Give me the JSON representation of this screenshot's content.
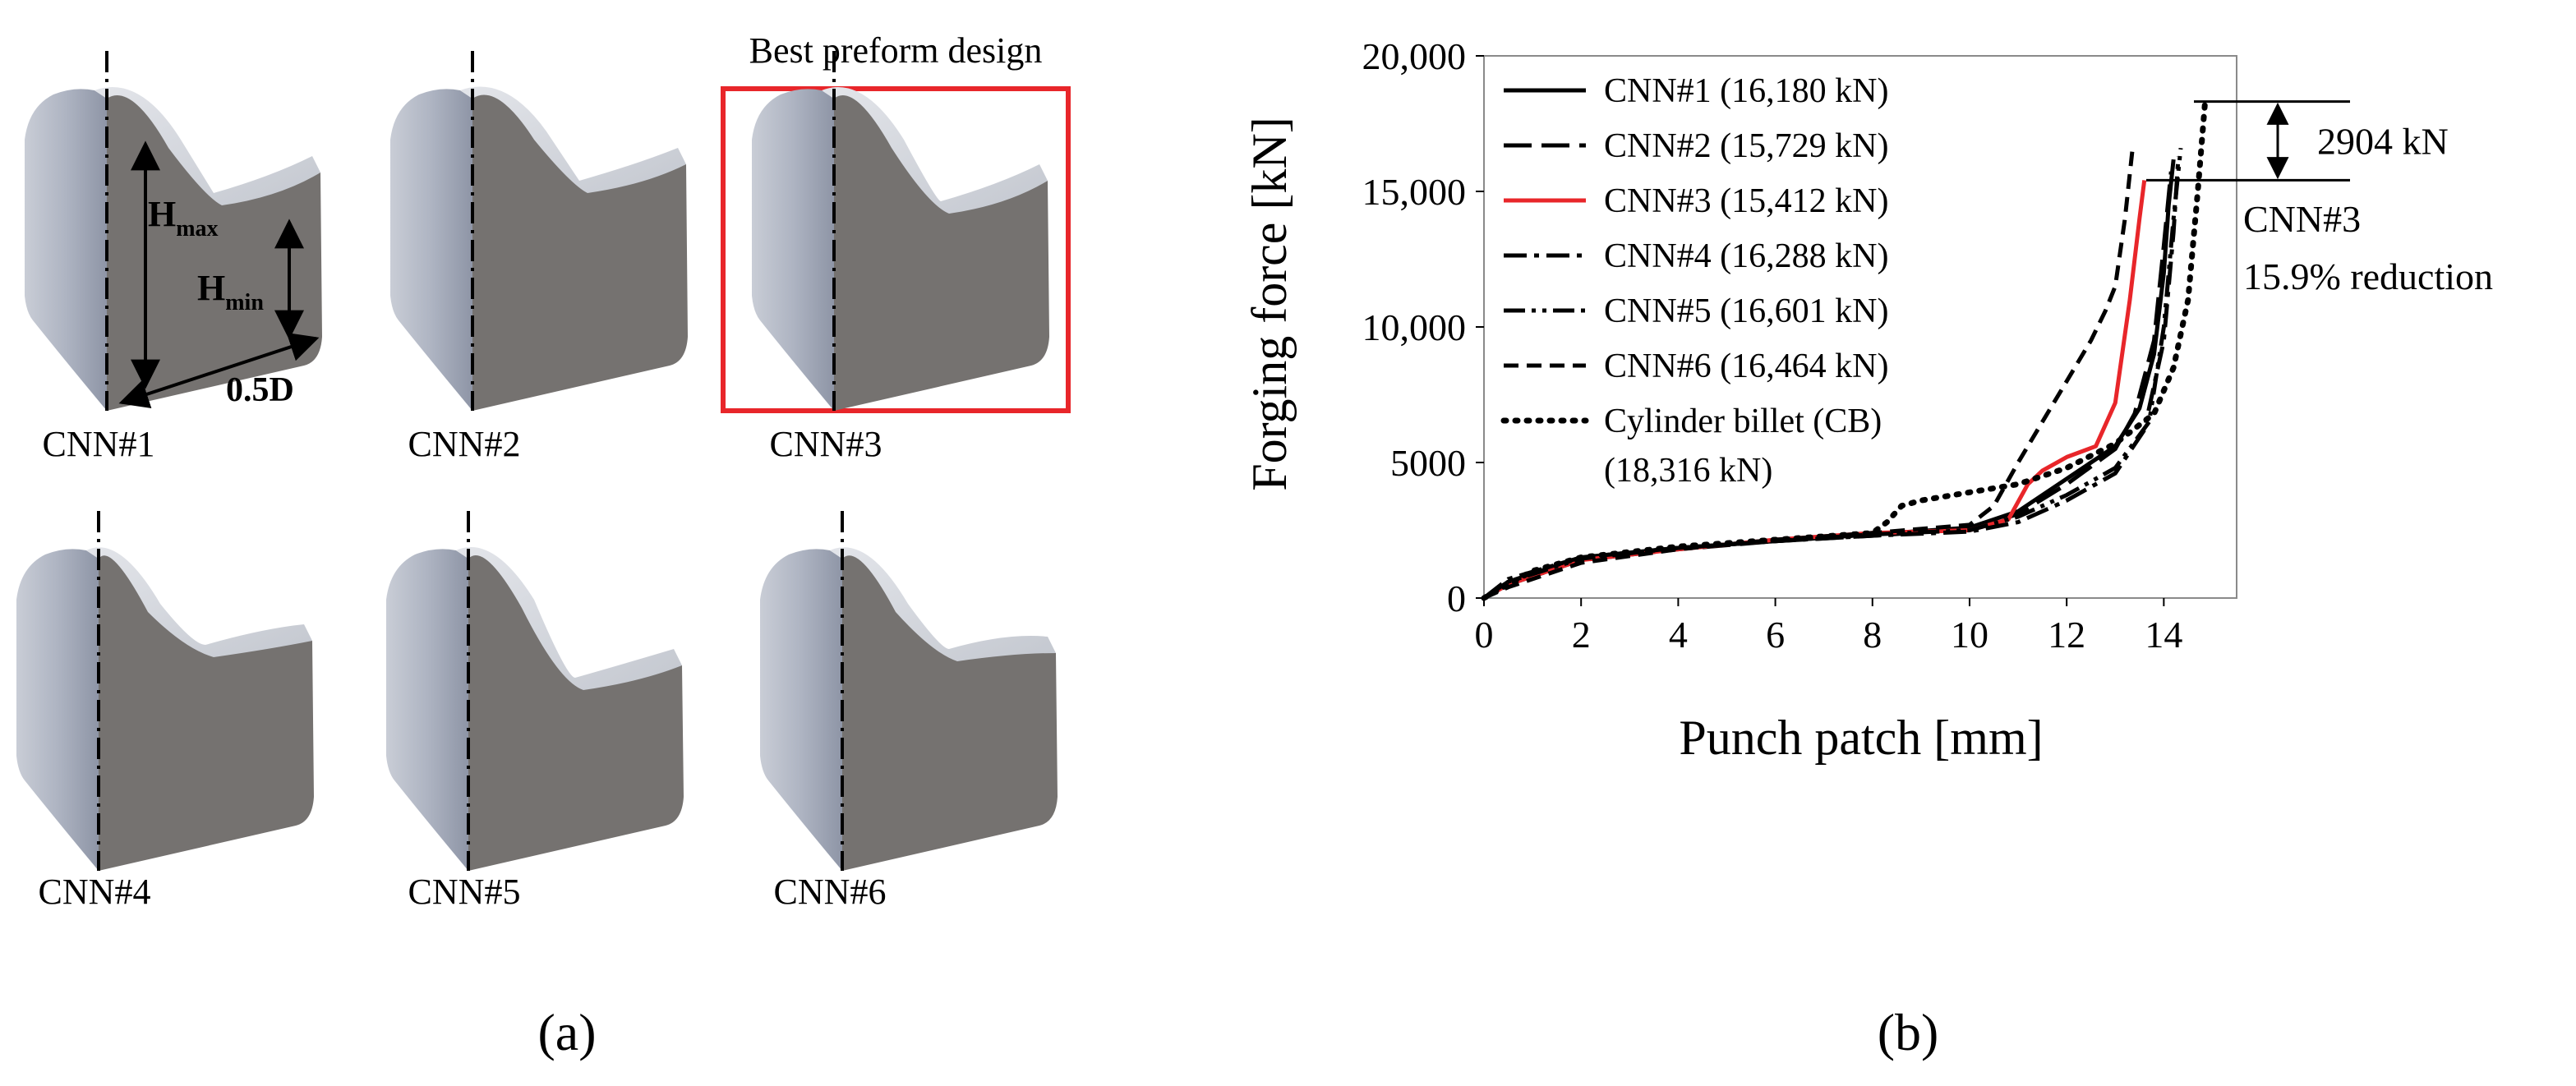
{
  "panel_a": {
    "best_label": "Best preform design",
    "highlight_color": "#e8262a",
    "annotations": {
      "hmax": "H",
      "hmax_sub": "max",
      "hmin": "H",
      "hmin_sub": "min",
      "half_d": "0.5D"
    },
    "designs": [
      {
        "label": "CNN#1",
        "variant": 1
      },
      {
        "label": "CNN#2",
        "variant": 2
      },
      {
        "label": "CNN#3",
        "variant": 3,
        "best": true
      },
      {
        "label": "CNN#4",
        "variant": 4
      },
      {
        "label": "CNN#5",
        "variant": 5
      },
      {
        "label": "CNN#6",
        "variant": 6
      }
    ],
    "caption": "(a)"
  },
  "panel_b": {
    "caption": "(b)"
  },
  "chart_data": {
    "type": "line",
    "xlabel": "Punch patch [mm]",
    "ylabel": "Forging force [kN]",
    "xlim": [
      0,
      15.5
    ],
    "ylim": [
      0,
      20000
    ],
    "xticks": [
      "0",
      "2",
      "4",
      "6",
      "8",
      "10",
      "12",
      "14"
    ],
    "yticks": [
      "0",
      "5000",
      "10,000",
      "15,000",
      "20,000"
    ],
    "legend_position": "top-left",
    "series": [
      {
        "name": "CNN#1 (16,180 kN)",
        "color": "#000000",
        "dash": "solid",
        "x": [
          0,
          0.5,
          2,
          4,
          6,
          8,
          10,
          11,
          12,
          13,
          13.5,
          13.8,
          14.0,
          14.1,
          14.2
        ],
        "y": [
          0,
          600,
          1500,
          1850,
          2100,
          2350,
          2600,
          3200,
          4400,
          5600,
          7000,
          9000,
          12000,
          14500,
          16180
        ]
      },
      {
        "name": "CNN#2 (15,729 kN)",
        "color": "#000000",
        "dash": "longdash",
        "x": [
          0,
          0.5,
          2,
          4,
          6,
          8,
          10,
          11,
          12,
          13,
          13.4,
          13.8,
          14.0,
          14.15
        ],
        "y": [
          0,
          500,
          1400,
          1800,
          2100,
          2300,
          2550,
          3100,
          4200,
          5500,
          6800,
          9500,
          13000,
          15729
        ]
      },
      {
        "name": "CNN#3 (15,412 kN)",
        "color": "#e8262a",
        "dash": "solid",
        "x": [
          0,
          0.5,
          2,
          4,
          6,
          8,
          10,
          10.8,
          11.2,
          11.5,
          12,
          12.6,
          13.0,
          13.3,
          13.5,
          13.6
        ],
        "y": [
          0,
          500,
          1400,
          1800,
          2150,
          2400,
          2500,
          2900,
          4200,
          4700,
          5200,
          5600,
          7200,
          11000,
          14000,
          15412
        ]
      },
      {
        "name": "CNN#4 (16,288 kN)",
        "color": "#000000",
        "dash": "dashdot",
        "x": [
          0,
          0.5,
          2,
          4,
          6,
          8,
          10,
          11,
          12,
          13,
          13.6,
          14.0,
          14.2,
          14.3
        ],
        "y": [
          0,
          700,
          1500,
          1850,
          2100,
          2300,
          2450,
          2800,
          3600,
          4600,
          6200,
          9500,
          13500,
          16288
        ]
      },
      {
        "name": "CNN#5 (16,601 kN)",
        "color": "#000000",
        "dash": "dashdotdot",
        "x": [
          0,
          0.5,
          2,
          4,
          6,
          8,
          10,
          11,
          12,
          13,
          13.7,
          14.0,
          14.2,
          14.35
        ],
        "y": [
          0,
          600,
          1450,
          1850,
          2100,
          2350,
          2500,
          3000,
          3800,
          4800,
          6500,
          10000,
          14000,
          16601
        ]
      },
      {
        "name": "CNN#6 (16,464 kN)",
        "color": "#000000",
        "dash": "shortdash",
        "x": [
          0,
          0.5,
          2,
          4,
          6,
          8,
          10,
          10.5,
          11,
          11.5,
          12,
          12.5,
          12.8,
          13.0,
          13.2,
          13.35
        ],
        "y": [
          0,
          400,
          1300,
          1800,
          2150,
          2400,
          2700,
          3400,
          5000,
          6500,
          8000,
          9500,
          10600,
          11500,
          14000,
          16464
        ]
      },
      {
        "name": "Cylinder billet (CB) (18,316 kN)",
        "label_lines": [
          "Cylinder billet (CB)",
          "(18,316 kN)"
        ],
        "color": "#000000",
        "dash": "dotted",
        "x": [
          0,
          1,
          2,
          4,
          6,
          8,
          8.3,
          8.6,
          9,
          10,
          11,
          12,
          13,
          13.8,
          14.2,
          14.5,
          14.7,
          14.85
        ],
        "y": [
          0,
          1000,
          1500,
          1900,
          2150,
          2400,
          2800,
          3400,
          3600,
          3900,
          4200,
          4800,
          5700,
          6800,
          8500,
          11000,
          15000,
          18316
        ]
      }
    ],
    "annotations": {
      "delta": "2904 kN",
      "note_line1": "CNN#3",
      "note_line2": "15.9% reduction",
      "upper_level": 18316,
      "lower_level": 15412
    }
  }
}
